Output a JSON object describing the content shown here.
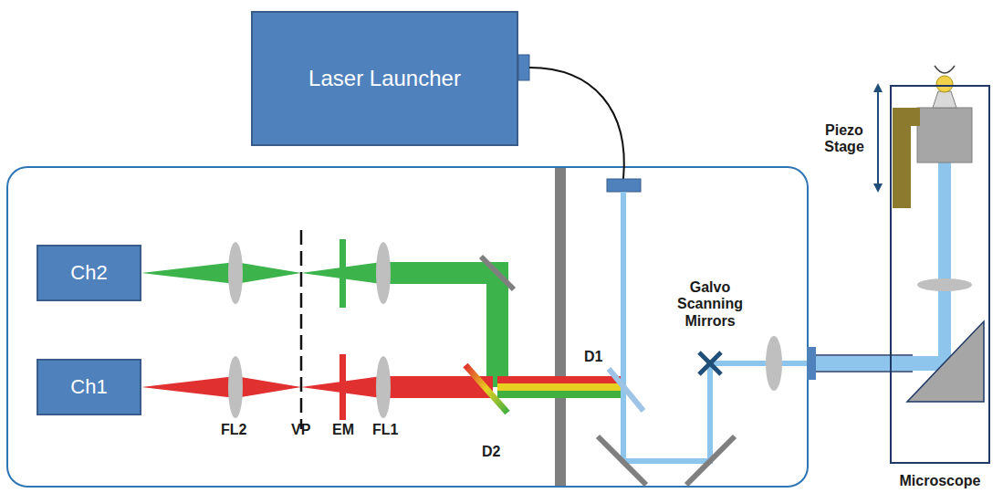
{
  "diagram": {
    "nodes": [
      {
        "text": [
          "Laser Launcher"
        ]
      },
      {
        "text": [
          "Ch2"
        ]
      },
      {
        "text": [
          "Ch1"
        ]
      },
      {
        "text": [
          "Microscope"
        ]
      }
    ],
    "labels": [
      "FL2",
      "VP",
      "EM",
      "FL1",
      "D2",
      "D1",
      "Galvo Scanning Mirrors",
      "Piezo Stage"
    ]
  }
}
